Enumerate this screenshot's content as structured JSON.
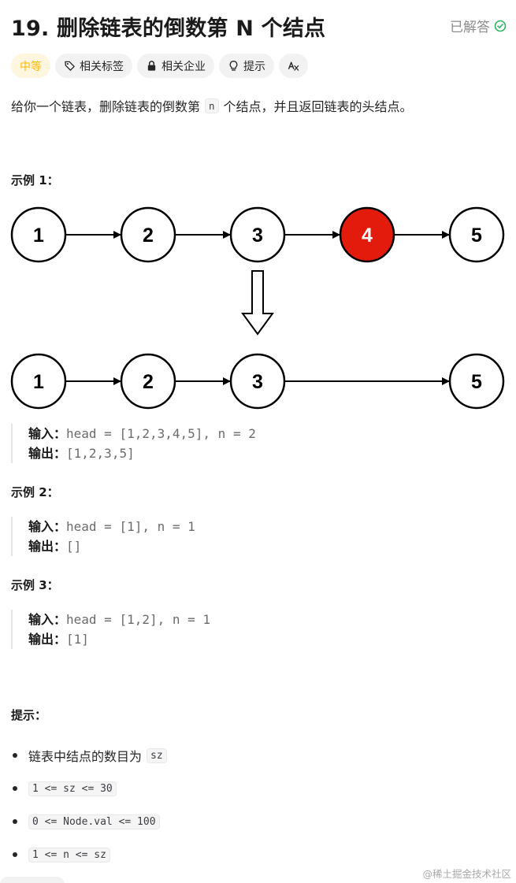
{
  "header": {
    "title": "19. 删除链表的倒数第 N 个结点",
    "solved_label": "已解答",
    "colors": {
      "solved_check": "#2db55d"
    }
  },
  "tags": [
    {
      "label": "中等",
      "icon": ""
    },
    {
      "label": "相关标签",
      "icon": "tag-icon"
    },
    {
      "label": "相关企业",
      "icon": "lock-icon"
    },
    {
      "label": "提示",
      "icon": "lightbulb-icon"
    },
    {
      "label": "",
      "icon": "translate-icon"
    }
  ],
  "description": {
    "before": "给你一个链表，删除链表的倒数第",
    "code": "n",
    "after": "个结点，并且返回链表的头结点。"
  },
  "diagram": {
    "before_nodes": [
      "1",
      "2",
      "3",
      "4",
      "5"
    ],
    "after_nodes": [
      "1",
      "2",
      "3",
      "5"
    ],
    "removed_node": "4",
    "colors": {
      "removed_fill": "#e31b0c",
      "stroke": "#000000"
    }
  },
  "examples": [
    {
      "title": "示例 1：",
      "input_label": "输入：",
      "input": "head = [1,2,3,4,5], n = 2",
      "output_label": "输出：",
      "output": "[1,2,3,5]"
    },
    {
      "title": "示例 2：",
      "input_label": "输入：",
      "input": "head = [1], n = 1",
      "output_label": "输出：",
      "output": "[]"
    },
    {
      "title": "示例 3：",
      "input_label": "输入：",
      "input": "head = [1,2], n = 1",
      "output_label": "输出：",
      "output": "[1]"
    }
  ],
  "hints": {
    "title": "提示：",
    "items": [
      {
        "text": "链表中结点的数目为",
        "code": "sz"
      },
      {
        "text": "",
        "code": "1 <= sz <= 30"
      },
      {
        "text": "",
        "code": "0 <= Node.val <= 100"
      },
      {
        "text": "",
        "code": "1 <= n <= sz"
      }
    ]
  },
  "watermark": "@稀土掘金技术社区"
}
